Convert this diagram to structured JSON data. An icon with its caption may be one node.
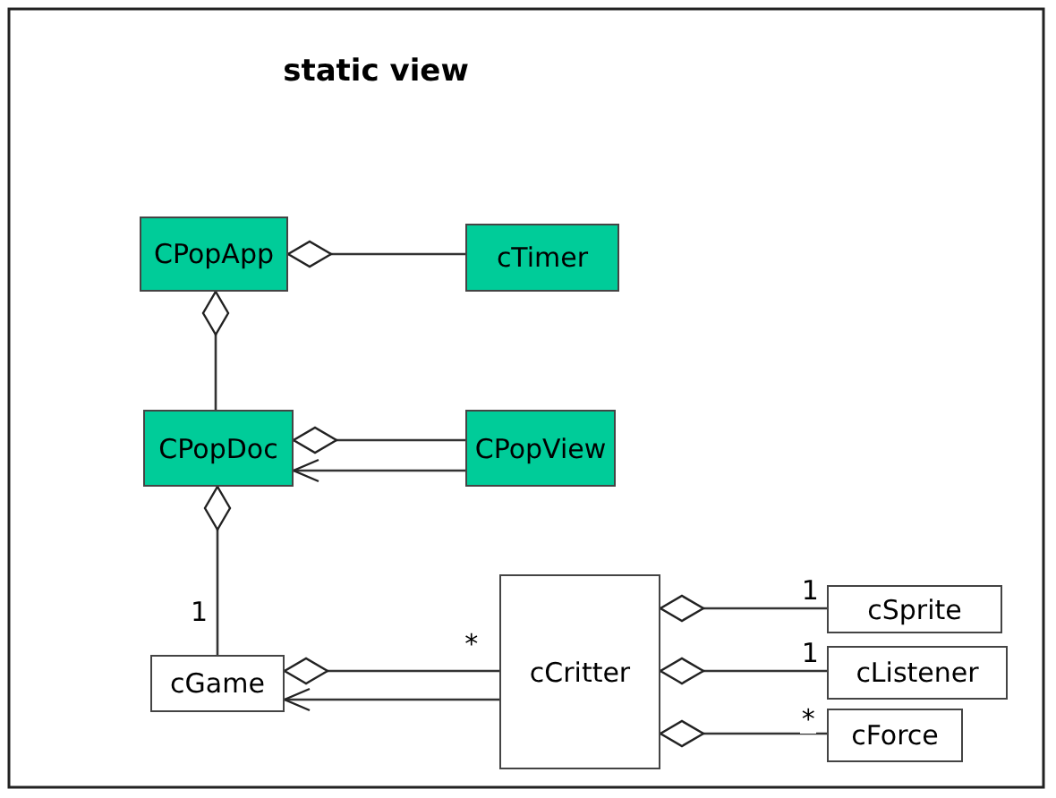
{
  "diagram": {
    "title": "static view",
    "nodes": [
      {
        "text": [
          "CPopApp"
        ]
      },
      {
        "text": [
          "cTimer"
        ]
      },
      {
        "text": [
          "CPopDoc"
        ]
      },
      {
        "text": [
          "CPopView"
        ]
      },
      {
        "text": [
          "cGame"
        ]
      },
      {
        "text": [
          "cCritter"
        ]
      },
      {
        "text": [
          "cSprite"
        ]
      },
      {
        "text": [
          "cListener"
        ]
      },
      {
        "text": [
          "cForce"
        ]
      }
    ],
    "edges": [
      {
        "from": 1,
        "to": 0,
        "arrow": "other"
      },
      {
        "from": 2,
        "to": 0,
        "arrow": "other"
      },
      {
        "from": 3,
        "to": 2,
        "arrow": "other"
      },
      {
        "from": 3,
        "to": 2,
        "arrow": "to"
      },
      {
        "from": 4,
        "to": 2,
        "arrow": "other",
        "label": "1"
      },
      {
        "from": 5,
        "to": 4,
        "arrow": "other",
        "label": "*"
      },
      {
        "from": 5,
        "to": 4,
        "arrow": "to"
      },
      {
        "from": 6,
        "to": 5,
        "arrow": "other",
        "label": "1"
      },
      {
        "from": 7,
        "to": 5,
        "arrow": "other",
        "label": "1"
      },
      {
        "from": 8,
        "to": 5,
        "arrow": "other",
        "label": "*"
      }
    ]
  }
}
